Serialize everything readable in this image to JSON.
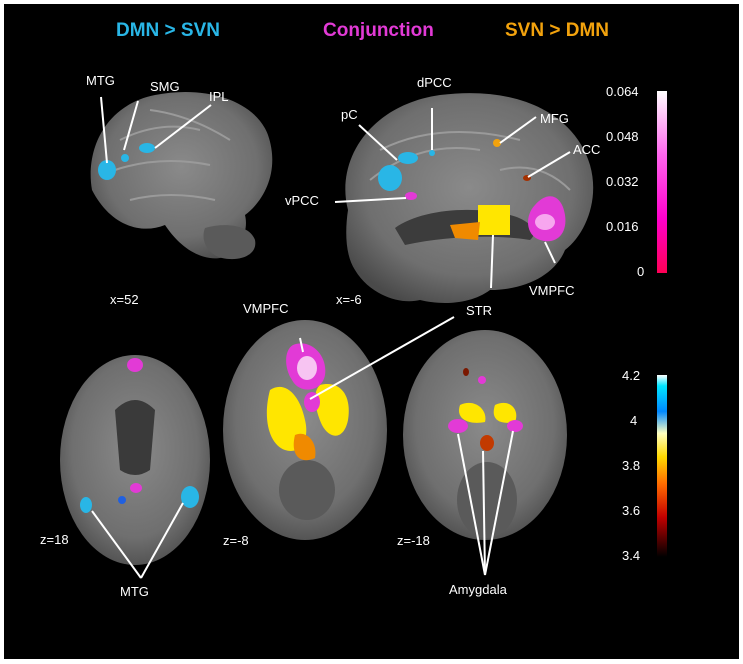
{
  "headers": {
    "dmn_gt_svn": "DMN > SVN",
    "conjunction": "Conjunction",
    "svn_gt_dmn": "SVN > DMN"
  },
  "colors": {
    "dmn_gt_svn": "#29b6e6",
    "conjunction": "#e23ad6",
    "svn_gt_dmn": "#f2a20d"
  },
  "labels": {
    "mtg_top": "MTG",
    "smg": "SMG",
    "ipl": "IPL",
    "dpcc": "dPCC",
    "pc": "pC",
    "mfg": "MFG",
    "acc": "ACC",
    "vpcc": "vPCC",
    "vmpfc_sag": "VMPFC",
    "vmpfc_axial": "VMPFC",
    "str": "STR",
    "mtg_bottom": "MTG",
    "amygdala": "Amygdala"
  },
  "coords": {
    "x52": "x=52",
    "x_6": "x=-6",
    "z18": "z=18",
    "z_8": "z=-8",
    "z_18": "z=-18"
  },
  "colorbar_conjunction": {
    "ticks": [
      "0.064",
      "0.048",
      "0.032",
      "0.016",
      "0"
    ],
    "range": [
      0,
      0.064
    ],
    "colors": [
      "#ffffff",
      "#ff00ff",
      "#ff0066"
    ]
  },
  "colorbar_contrast": {
    "ticks": [
      "4.2",
      "4",
      "3.8",
      "3.6",
      "3.4"
    ],
    "range": [
      3.4,
      4.2
    ],
    "colors": [
      "#ffffff",
      "#00e5ff",
      "#ffee00",
      "#ff5500",
      "#cc0000",
      "#000000"
    ]
  }
}
